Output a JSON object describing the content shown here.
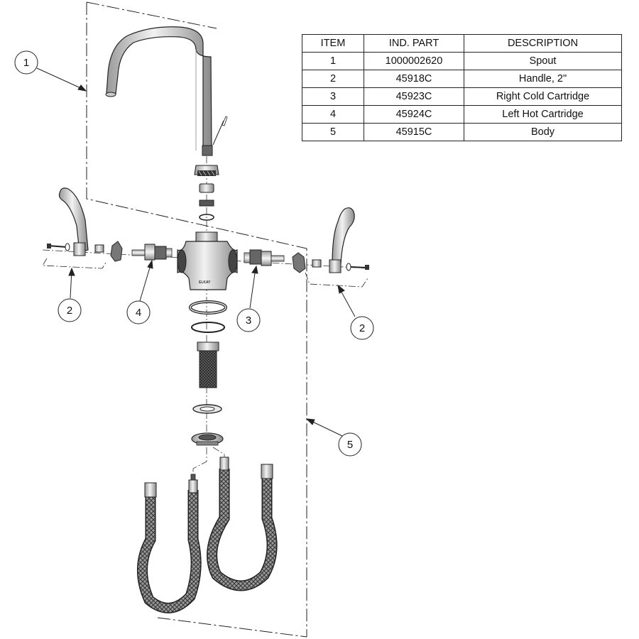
{
  "parts_table": {
    "headers": {
      "item": "ITEM",
      "part": "IND. PART",
      "description": "DESCRIPTION"
    },
    "rows": [
      {
        "item": "1",
        "part": "1000002620",
        "description": "Spout"
      },
      {
        "item": "2",
        "part": "45918C",
        "description": "Handle, 2\""
      },
      {
        "item": "3",
        "part": "45923C",
        "description": "Right Cold Cartridge"
      },
      {
        "item": "4",
        "part": "45924C",
        "description": "Left Hot Cartridge"
      },
      {
        "item": "5",
        "part": "45915C",
        "description": "Body"
      }
    ]
  },
  "callouts": {
    "spout": "1",
    "handle_left": "2",
    "handle_right": "2",
    "cold_cartridge": "3",
    "hot_cartridge": "4",
    "body": "5"
  },
  "brand_mark": "ELKAY",
  "colors": {
    "line": "#222222",
    "part_fill": "#d9d9d9",
    "dark_fill": "#555555"
  }
}
